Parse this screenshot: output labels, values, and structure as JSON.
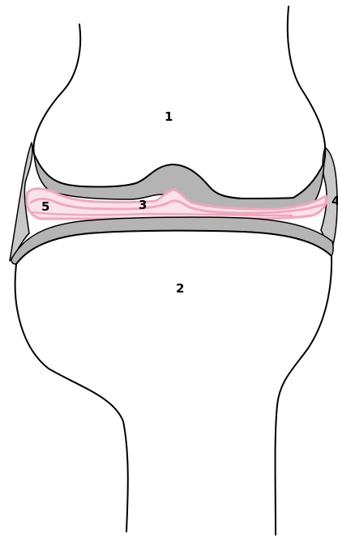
{
  "colors": {
    "background": "#ffffff",
    "outline": "#000000",
    "capsule": "#c8c8c8",
    "cartilage": "#b4b4b4",
    "synovial_fluid": "#f2a7bd"
  },
  "labels": {
    "femur": "1",
    "tibia": "2",
    "cartilage": "3",
    "capsule": "4",
    "synovial_cavity": "5"
  }
}
